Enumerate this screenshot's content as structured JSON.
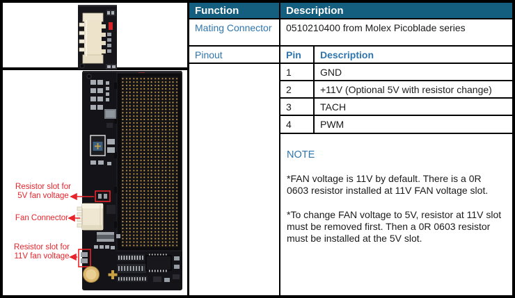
{
  "colors": {
    "header_bg": "#145e7f",
    "accent_blue": "#2e75ad",
    "annotation_red": "#e8242b",
    "pcb_black": "#131318",
    "connector_cream": "#efe7d2",
    "pin_gold": "#c79d45"
  },
  "table": {
    "header": {
      "function": "Function",
      "description": "Description"
    },
    "mating": {
      "function": "Mating Connector",
      "description": "0510210400 from Molex Picoblade series"
    },
    "pinout": {
      "function": "Pinout",
      "pin_header": "Pin",
      "desc_header": "Description"
    },
    "pins": [
      {
        "pin": "1",
        "desc": "GND"
      },
      {
        "pin": "2",
        "desc": "+11V (Optional 5V with resistor change)"
      },
      {
        "pin": "3",
        "desc": "TACH"
      },
      {
        "pin": "4",
        "desc": "PWM"
      }
    ],
    "note": {
      "title": "NOTE",
      "p1": "*FAN voltage is 11V by default. There is a 0R 0603 resistor installed at 11V FAN voltage slot.",
      "p2": "*To change FAN voltage to 5V, resistor at 11V slot must be removed first. Then a 0R 0603 resistor must be installed at the 5V slot."
    }
  },
  "annotations": {
    "res5v": {
      "line1": "Resistor slot for",
      "line2": "5V fan voltage"
    },
    "fan": {
      "label": "Fan Connector"
    },
    "res11v": {
      "line1": "Resistor slot for",
      "line2": "11V fan voltage"
    }
  }
}
